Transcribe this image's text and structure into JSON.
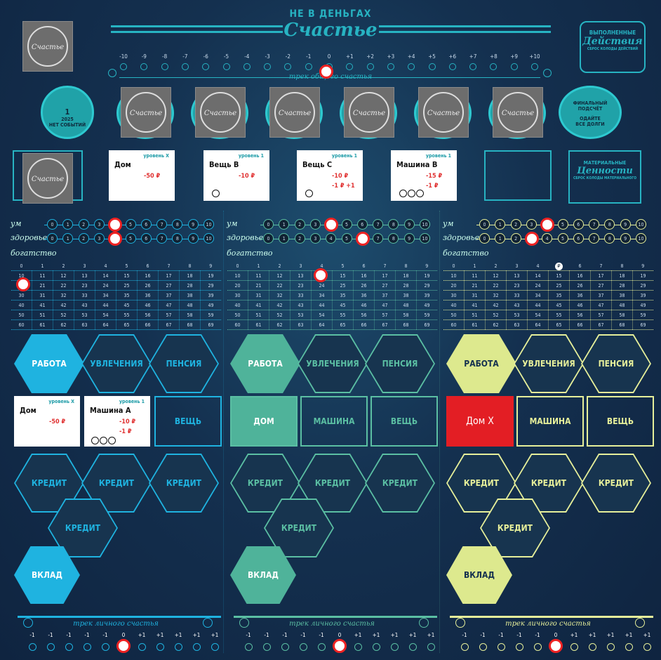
{
  "header": {
    "top": "НЕ В ДЕНЬГАХ",
    "main": "Счастье",
    "track_label": "трек общего счастья",
    "track_values": [
      "-10",
      "-9",
      "-8",
      "-7",
      "-6",
      "-5",
      "-4",
      "-3",
      "-2",
      "-1",
      "0",
      "+1",
      "+2",
      "+3",
      "+4",
      "+5",
      "+6",
      "+7",
      "+8",
      "+9",
      "+10"
    ]
  },
  "stamp_text": "Счастье",
  "actions_badge": {
    "line1": "ВЫПОЛНЕННЫЕ",
    "line2": "Действия",
    "line3": "СБРОС КОЛОДЫ ДЕЙСТВИЙ"
  },
  "values_badge": {
    "line1": "МАТЕРИАЛЬНЫЕ",
    "line2": "Ценности",
    "line3": "СБРОС КОЛОДЫ МАТЕРИАЛЬНОГО"
  },
  "round_start": {
    "num": "1",
    "line1": "2025",
    "line2": "НЕТ СОБЫТИЙ"
  },
  "round_final": {
    "line1": "ФИНАЛЬНЫЙ",
    "line2": "ПОДСЧЁТ",
    "line3": "ОДАЙТЕ",
    "line4": "ВСЕ ДОЛГИ"
  },
  "market_cards": [
    {
      "name": "Дом",
      "level": "уровень X",
      "price": "-50 ₽"
    },
    {
      "name": "Вещь В",
      "level": "уровень 1",
      "price": "-10 ₽"
    },
    {
      "name": "Вещь С",
      "level": "уровень 1",
      "price": "-10 ₽",
      "extra": "-1 ₽ +1"
    },
    {
      "name": "Машина В",
      "level": "уровень 1",
      "price": "-15 ₽",
      "extra": "-1 ₽"
    }
  ],
  "row_labels": {
    "mind": "ум",
    "health": "здоровье",
    "wealth": "богатство"
  },
  "scale": [
    "0",
    "1",
    "2",
    "3",
    "4",
    "5",
    "6",
    "7",
    "8",
    "9",
    "10"
  ],
  "grid_header": [
    "0",
    "1",
    "2",
    "3",
    "4",
    "5",
    "6",
    "7",
    "8",
    "9"
  ],
  "grid_rows": [
    [
      "10",
      "11",
      "12",
      "13",
      "14",
      "15",
      "16",
      "17",
      "18",
      "19"
    ],
    [
      "20",
      "21",
      "22",
      "23",
      "24",
      "25",
      "26",
      "27",
      "28",
      "29"
    ],
    [
      "30",
      "31",
      "32",
      "33",
      "34",
      "35",
      "36",
      "37",
      "38",
      "39"
    ],
    [
      "40",
      "41",
      "42",
      "43",
      "44",
      "45",
      "46",
      "47",
      "48",
      "49"
    ],
    [
      "50",
      "51",
      "52",
      "53",
      "54",
      "55",
      "56",
      "57",
      "58",
      "59"
    ],
    [
      "60",
      "61",
      "62",
      "63",
      "64",
      "65",
      "66",
      "67",
      "68",
      "69"
    ]
  ],
  "players": [
    {
      "color": "#1fb3e0",
      "fill": "#1fb3e0",
      "filltext": "#ffffff",
      "jobs": [
        "РАБОТА",
        "УВЛЕЧЕНИЯ",
        "ПЕНСИЯ"
      ],
      "assets": [
        "",
        "",
        "ВЕЩЬ"
      ],
      "asset_cards": [
        {
          "name": "Дом",
          "level": "уровень X",
          "price": "-50 ₽"
        },
        {
          "name": "Машина А",
          "level": "уровень 1",
          "price": "-10 ₽",
          "extra": "-1 ₽"
        }
      ],
      "credits": [
        "КРЕДИТ",
        "КРЕДИТ",
        "КРЕДИТ",
        "КРЕДИТ"
      ],
      "deposit": "ВКЛАД",
      "track_label": "трек личного счастья",
      "track": [
        "-1",
        "-1",
        "-1",
        "-1",
        "-1",
        "0",
        "+1",
        "+1",
        "+1",
        "+1",
        "+1"
      ]
    },
    {
      "color": "#5bbfa3",
      "fill": "#4fb39a",
      "filltext": "#ffffff",
      "jobs": [
        "РАБОТА",
        "УВЛЕЧЕНИЯ",
        "ПЕНСИЯ"
      ],
      "assets": [
        "ДОМ",
        "МАШИНА",
        "ВЕЩЬ"
      ],
      "credits": [
        "КРЕДИТ",
        "КРЕДИТ",
        "КРЕДИТ",
        "КРЕДИТ"
      ],
      "deposit": "ВКЛАД",
      "track_label": "трек личного счастья",
      "track": [
        "-1",
        "-1",
        "-1",
        "-1",
        "-1",
        "0",
        "+1",
        "+1",
        "+1",
        "+1",
        "+1"
      ]
    },
    {
      "color": "#e6ef9a",
      "fill": "#dde98e",
      "filltext": "#14304f",
      "jobs": [
        "РАБОТА",
        "УВЛЕЧЕНИЯ",
        "ПЕНСИЯ"
      ],
      "assets": [
        "Дом X",
        "МАШИНА",
        "ВЕЩЬ"
      ],
      "credits": [
        "КРЕДИТ",
        "КРЕДИТ",
        "КРЕДИТ",
        "КРЕДИТ"
      ],
      "deposit": "ВКЛАД",
      "track_label": "трек личного счастья",
      "track": [
        "-1",
        "-1",
        "-1",
        "-1",
        "-1",
        "0",
        "+1",
        "+1",
        "+1",
        "+1",
        "+1"
      ]
    }
  ],
  "chip_p": "₽"
}
